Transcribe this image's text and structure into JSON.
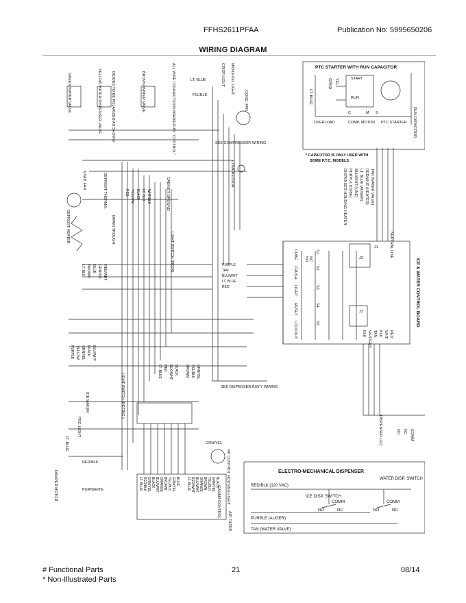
{
  "header": {
    "model": "FFHS2611PFAA",
    "publication": "Publication No:  5995650206"
  },
  "title": "WIRING DIAGRAM",
  "ptc": {
    "title": "PTC STARTER WITH RUN CAPACITOR",
    "start": "START",
    "run": "RUN",
    "overload": "OVERLOAD",
    "motor": "COMP. MOTOR",
    "starter": "PTC STARTER",
    "run_cap": "RUN CAPACITOR",
    "lt_blue": "LT. BLUE",
    "ground": "GRND",
    "yel": "YEL",
    "pin_c": "C",
    "pin_m": "M",
    "pin_s": "S",
    "note": "* CAPACITOR IS ONLY USED WITH",
    "note2": "SOME P.T.C. MODELS"
  },
  "control_board": {
    "title": "ICE & WATER CONTROL BOARD",
    "neutral": "NEUTRAL LINE",
    "switches": [
      "CUBE",
      "CRUSH",
      "LIGHT",
      "RESET",
      "LOCKOUT"
    ],
    "s_labels": [
      "S1",
      "S2",
      "S3",
      "S4",
      "S5"
    ],
    "no": "NO",
    "nc": "NC",
    "j1": "J1",
    "j2": "J2",
    "j3": "J3"
  },
  "dispenser_wires": [
    "DISPENSER HOUSING HEATER",
    "PURPLE (CUBE)",
    "BLU/WHT (LINE)",
    "LT. BLUE (AUGER)",
    "RED/WHT (HEATER)",
    "TAN (WATER VALVE)"
  ],
  "board_wires": [
    "BLK",
    "WHT/GRY",
    "TAN",
    "BLK",
    "WHT",
    "RED"
  ],
  "labels": {
    "green_valve": "GREEN WATER VALVE",
    "yellow_valve": "YELLOW WATER DISPENSER VALVE",
    "brown_valve": "BROWN WATER VALVE",
    "diodes": "DIODES TO BE POLARIZED AS SHOWN",
    "all_wire": "ALL WIRE CONNECTIONS MARKED BY \"CONTROL\"",
    "lt_blue": "LT. BLUE",
    "yel_blk": "YEL/BLK",
    "cond_fan": "COND. FAN",
    "mid_level": "MID-LEVEL LIGHT",
    "crisp_light": "CRISP LIGHT",
    "see_compressor": "SEE COMPRESSOR WIRING",
    "compressor": "COMPRESSOR",
    "evap_fan": "EVAP. FAN",
    "defrost_thermo": "DEFROST THERMO.",
    "defrost_heater": "DEFROST HEATER",
    "drain_trough": "DRAIN TROUGH",
    "cabinet_ground": "CABINET GROUND",
    "light_switch_fz": "LIGHT SWITCH (FRZR)",
    "light_switch_rf": "LIGHT SWITCH (REFRIG.)",
    "see_dispenser": "SEE DISPENSER ASS'Y WIRING",
    "ice_maker": "ICE MAKER",
    "frz_light": "FRZ. LIGHT",
    "damper_motor": "DAMPER MOTOR",
    "rf_thermistor": "RF CONTROL HOUSING LIGHT",
    "gamma_control": "GAMMA CONTROL",
    "air_filter": "AIR FILTER",
    "dispenser_led": "DISPENSER LED",
    "comm": "COMM",
    "nc": "NC",
    "no": "NO",
    "red_blk": "RED/BLK",
    "pur_white": "PUR/WHITE",
    "grn_yel": "GRN/YEL",
    "lt_blue2": "LT. BLUE"
  },
  "column_wires_left": [
    "PURPLE",
    "TAN",
    "BLU/WHT",
    "LT. BLUE",
    "RED"
  ],
  "column_wires_mid": [
    "BROWN",
    "YEL/BLK",
    "GRN/YEL",
    "BLACK",
    "BLK/WHT",
    "RED",
    "LT. BLUE"
  ],
  "column_wires_right": [
    "GRN/YEL",
    "BLACK",
    "BLU/WHT",
    "PURPLE",
    "YELLOW"
  ],
  "stack_wires_a": [
    "BLACK",
    "LT. BLU",
    "WHT/BLK",
    "YELLOW",
    "RED"
  ],
  "stack_wires_b": [
    "LT. BLU",
    "BROWN",
    "BLUE",
    "GRN/YEL",
    "RED/WHT"
  ],
  "harness_left": [
    "LT. BLUE",
    "RED/BLK",
    "GRN/YEL",
    "BLACK",
    "BLU/WHT",
    "ORANGE",
    "BROWN",
    "YEL/BLK",
    "GRN/YEL",
    "BLUE"
  ],
  "harness_right": [
    "LT. BLUE",
    "RED/WHT",
    "BLU/WHT",
    "ORANGE",
    "BROWN",
    "YEL/BLK",
    "GRN/YEL",
    "BLACK"
  ],
  "em_dispenser": {
    "title": "ELECTRO-MECHANICAL DISPENSER",
    "red_blk": "RED/BLK (120 VAC)",
    "ice_switch": "ICE DISP. SWITCH",
    "water_switch": "WATER DISP. SWITCH",
    "comm": "COMM",
    "no": "NO",
    "nc": "NC",
    "purple": "PURPLE (AUGER)",
    "tan": "TAN (WATER VALVE)"
  },
  "footer": {
    "functional": "# Functional Parts",
    "non_illustrated": "* Non-Illustrated Parts",
    "page": "21",
    "date": "08/14"
  }
}
